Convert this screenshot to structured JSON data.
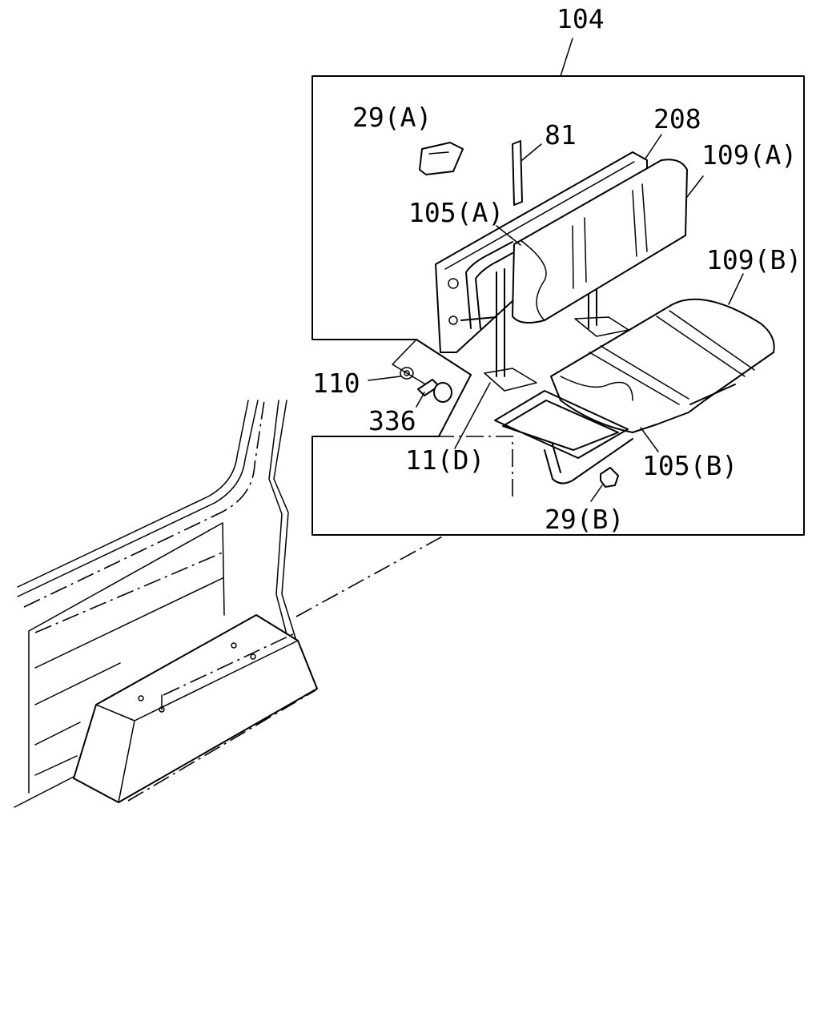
{
  "labels": {
    "assembly": "104",
    "clip_a": "29(A)",
    "strap": "81",
    "backboard": "208",
    "back_cushion": "109(A)",
    "back_frame": "105(A)",
    "seat_cushion": "109(B)",
    "washer": "110",
    "bolt": "336",
    "leg": "11(D)",
    "seat_frame": "105(B)",
    "cap_b": "29(B)"
  }
}
